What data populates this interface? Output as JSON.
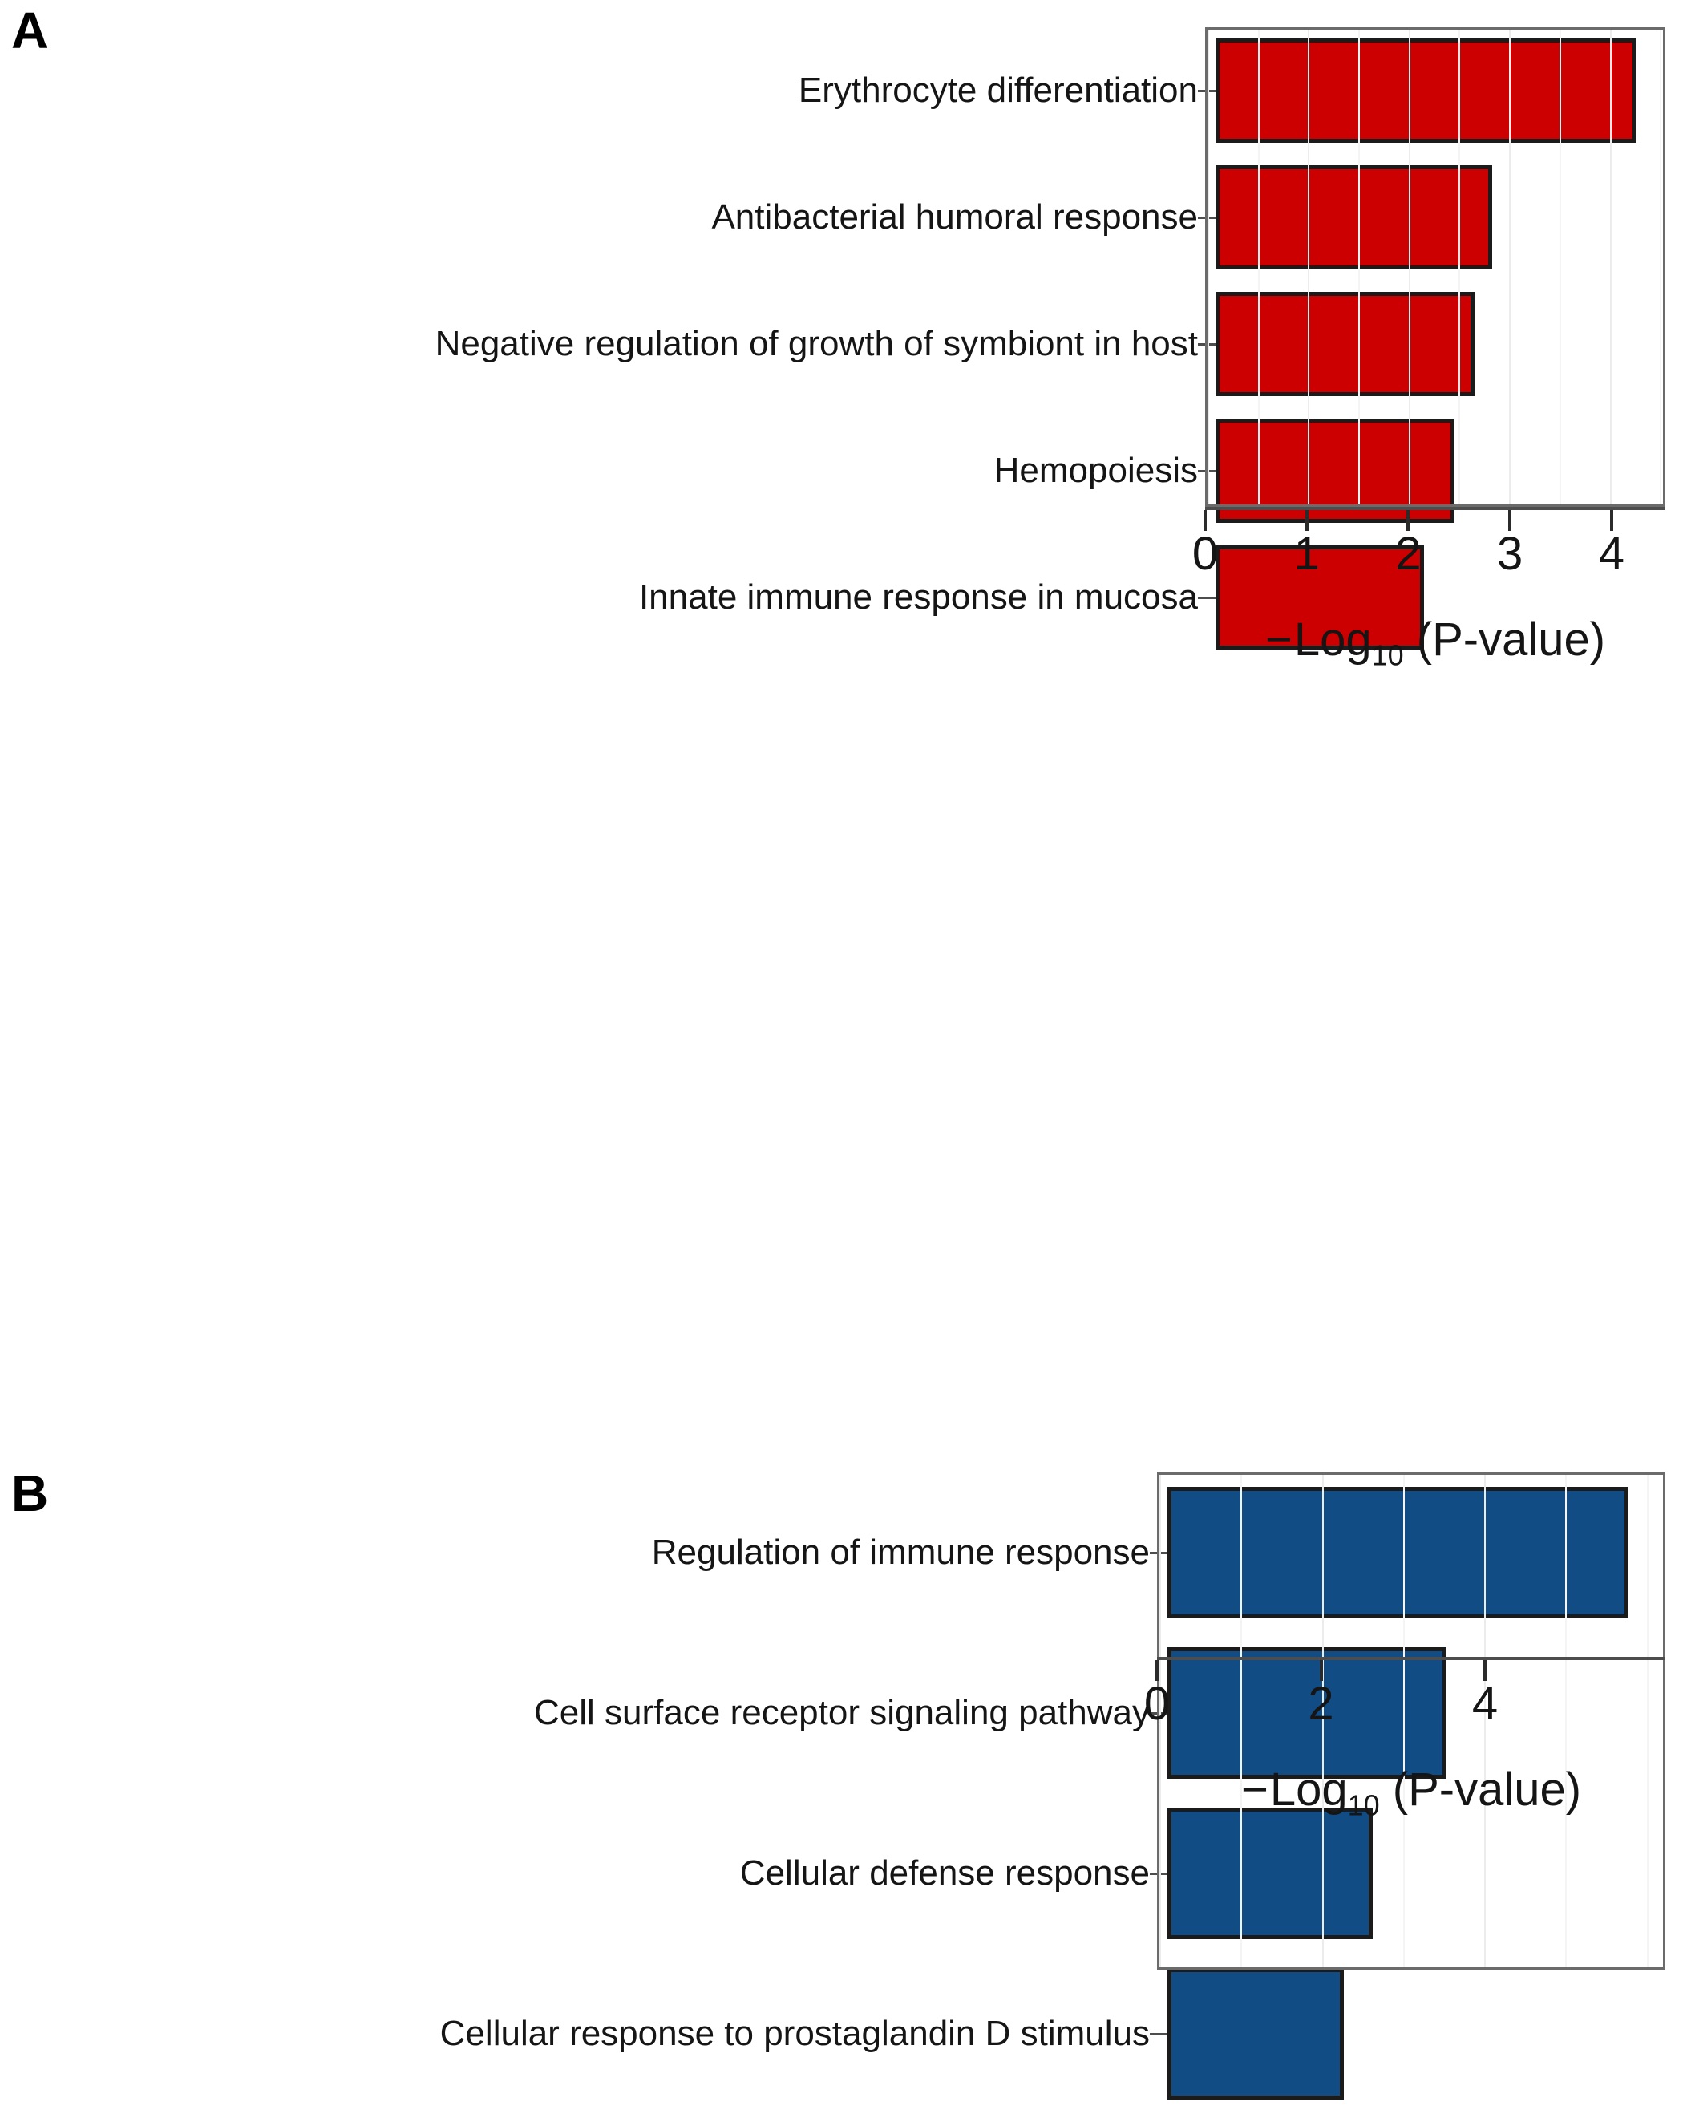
{
  "figure": {
    "panels": [
      {
        "letter": "A",
        "accent_color": "#cc0000",
        "bar_border_color": "#1b1b1b"
      },
      {
        "letter": "B",
        "accent_color": "#114c85",
        "bar_border_color": "#1b1b1b"
      }
    ]
  },
  "chart_data": [
    {
      "type": "bar",
      "orientation": "horizontal",
      "panel": "A",
      "title": "",
      "xlabel": "−Log10 (P-value)",
      "ylabel": "",
      "categories": [
        "Erythrocyte differentiation",
        "Antibacterial humoral response",
        "Negative regulation of growth of symbiont in host",
        "Hemopoiesis",
        "Innate immune response in mucosa"
      ],
      "values": [
        4.14,
        2.72,
        2.55,
        2.35,
        2.05
      ],
      "xlim": [
        0,
        4.53
      ],
      "xticks": [
        0,
        1,
        2,
        3,
        4
      ],
      "xticklabels": [
        "0",
        "1",
        "2",
        "3",
        "4"
      ],
      "bar_color": "#cc0000",
      "grid": true,
      "legend": "none"
    },
    {
      "type": "bar",
      "orientation": "horizontal",
      "panel": "B",
      "title": "",
      "xlabel": "−Log10 (P-value)",
      "ylabel": "",
      "categories": [
        "Regulation of immune response",
        "Cell surface receptor signaling pathway",
        "Cellular defense response",
        "Cellular response to prostaglandin D stimulus"
      ],
      "values": [
        5.62,
        3.4,
        2.5,
        2.15
      ],
      "xlim": [
        0,
        6.2
      ],
      "xticks": [
        0,
        2,
        4
      ],
      "xticklabels": [
        "0",
        "2",
        "4"
      ],
      "bar_color": "#114c85",
      "grid": true,
      "legend": "none"
    }
  ],
  "axis_title": {
    "minus": "−",
    "log": "Log",
    "base": "10",
    "tail": " (P-value)"
  }
}
